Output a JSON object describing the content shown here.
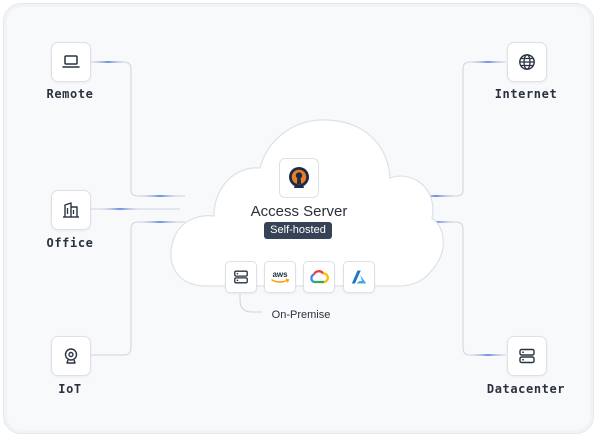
{
  "diagram": {
    "nodes": {
      "remote": {
        "label": "Remote",
        "icon": "laptop-icon"
      },
      "office": {
        "label": "Office",
        "icon": "building-icon"
      },
      "iot": {
        "label": "IoT",
        "icon": "webcam-icon"
      },
      "internet": {
        "label": "Internet",
        "icon": "globe-icon"
      },
      "datacenter": {
        "label": "Datacenter",
        "icon": "server-icon"
      }
    },
    "center": {
      "title": "Access Server",
      "badge": "Self-hosted",
      "logo": "openvpn-logo-icon",
      "providers": [
        {
          "name": "on-premise",
          "icon": "server-icon"
        },
        {
          "name": "aws",
          "icon": "aws-logo-icon",
          "text": "aws"
        },
        {
          "name": "google-cloud",
          "icon": "google-cloud-logo-icon"
        },
        {
          "name": "azure",
          "icon": "azure-logo-icon"
        }
      ],
      "provider_caption": "On-Premise"
    },
    "colors": {
      "line": "#c9ced7",
      "line_glow": "#4f7ce0",
      "badge_bg": "#364357",
      "openvpn_orange": "#ea7e20",
      "openvpn_navy": "#1b2a4a",
      "azure_blue": "#1f77c9"
    }
  }
}
